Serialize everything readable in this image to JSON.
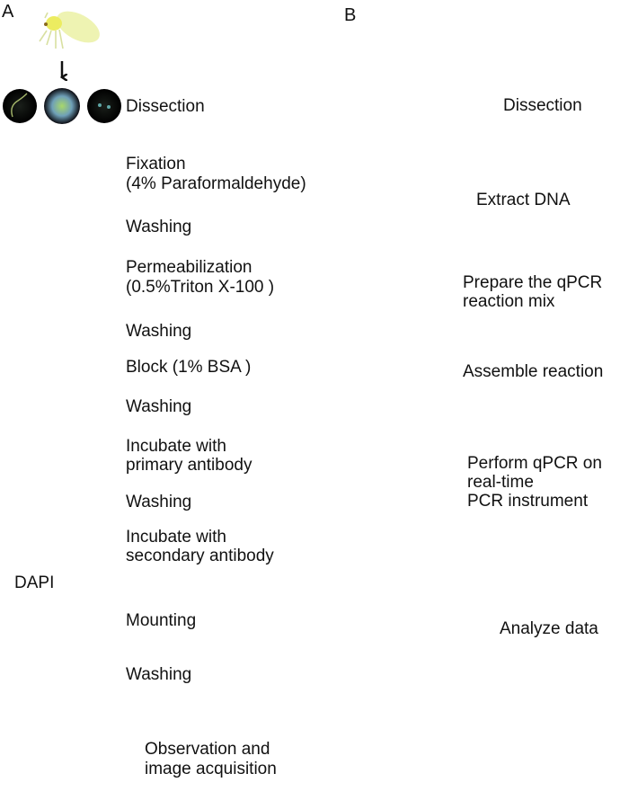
{
  "panels": [
    {
      "letter": "A",
      "steps": {
        "dissection": "Dissection",
        "fixation": "Fixation",
        "fixation_reagent": "(4% Paraformaldehyde)",
        "washing1": "Washing",
        "permeabilization": "Permeabilization",
        "permeabilization_reagent": "(0.5%Triton X-100 )",
        "washing2": "Washing",
        "block": "Block (1% BSA )",
        "washing3": "Washing",
        "primary_1": "Incubate with",
        "primary_2": "primary antibody",
        "washing4": "Washing",
        "secondary_1": "Incubate with",
        "secondary_2": "secondary antibody",
        "dapi": "DAPI",
        "mounting": "Mounting",
        "washing5": "Washing",
        "observation_1": "Observation and",
        "observation_2": "image acquisition"
      }
    },
    {
      "letter": "B",
      "steps": {
        "dissection": "Dissection",
        "extract": "Extract DNA",
        "prepare_1": "Prepare the qPCR",
        "prepare_2": "reaction mix",
        "assemble": "Assemble reaction",
        "perform_1": "Perform qPCR on",
        "perform_2": "real-time",
        "perform_3": "PCR instrument",
        "analyze": "Analyze data"
      }
    }
  ],
  "colors": {
    "dish_liquid": "#6fb3d6",
    "insect": "#f0f08a",
    "plot_green": "#2e8b2e",
    "confocal_blue": "#3a3ad0",
    "confocal_red": "#d0306a"
  }
}
